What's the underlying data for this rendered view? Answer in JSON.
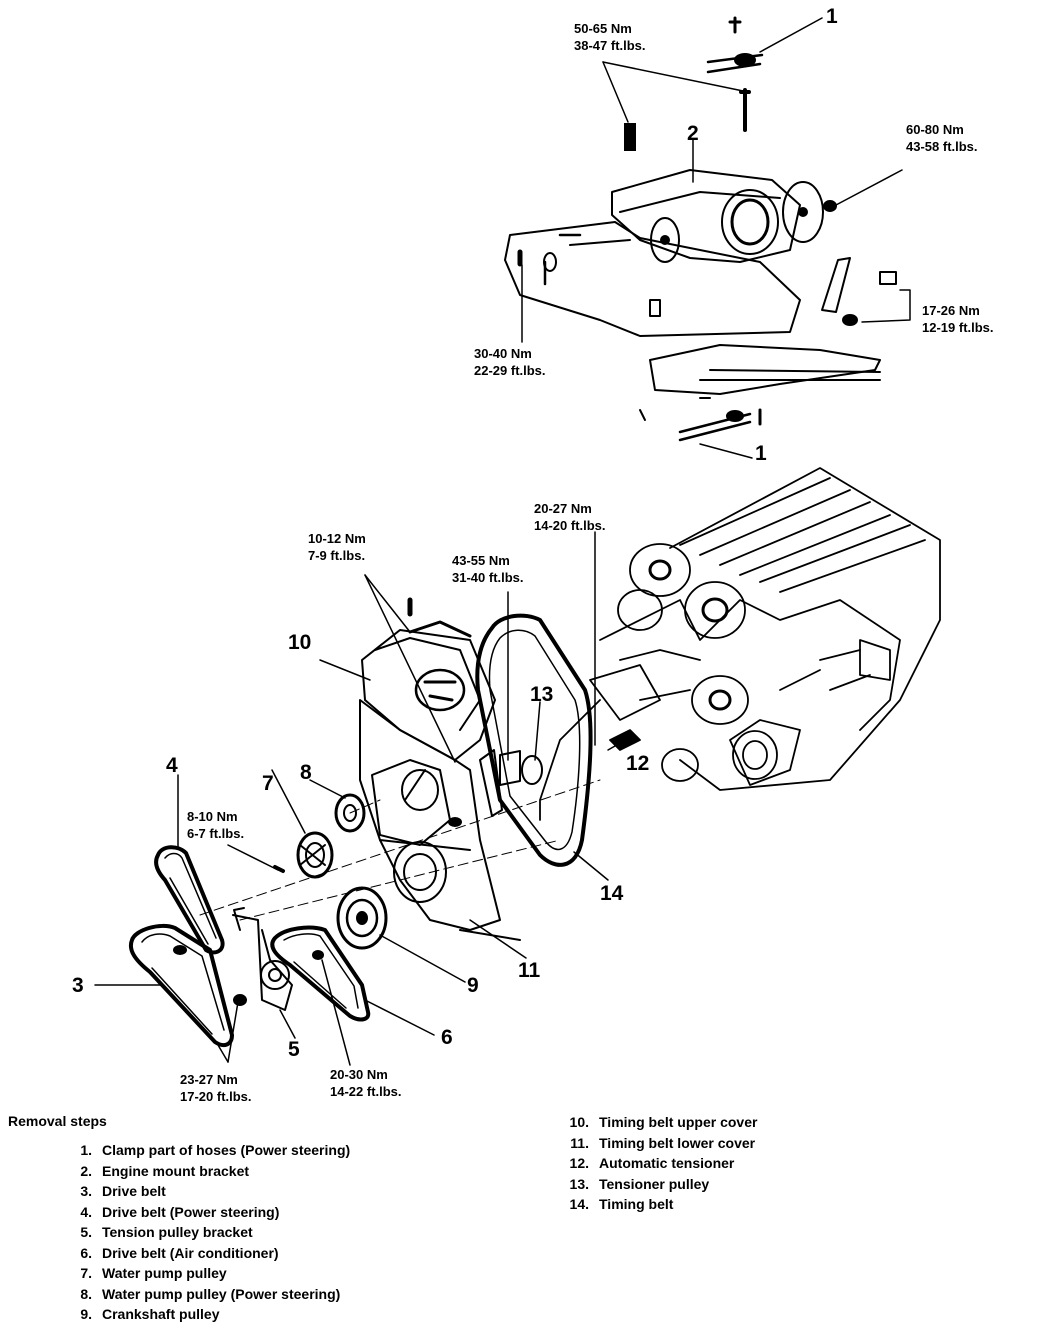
{
  "callouts": {
    "c1_top": "1",
    "c1_bottom": "1",
    "c2": "2",
    "c3": "3",
    "c4": "4",
    "c5": "5",
    "c6": "6",
    "c7": "7",
    "c8": "8",
    "c9": "9",
    "c10": "10",
    "c11": "11",
    "c12": "12",
    "c13": "13",
    "c14": "14"
  },
  "torques": {
    "t_top": {
      "nm": "50-65 Nm",
      "ftlb": "38-47 ft.lbs."
    },
    "t_right": {
      "nm": "60-80 Nm",
      "ftlb": "43-58 ft.lbs."
    },
    "t_bracket": {
      "nm": "17-26 Nm",
      "ftlb": "12-19 ft.lbs."
    },
    "t_mount": {
      "nm": "30-40 Nm",
      "ftlb": "22-29 ft.lbs."
    },
    "t_tensioner": {
      "nm": "20-27 Nm",
      "ftlb": "14-20 ft.lbs."
    },
    "t_cover": {
      "nm": "10-12 Nm",
      "ftlb": "7-9 ft.lbs."
    },
    "t_pulley": {
      "nm": "43-55 Nm",
      "ftlb": "31-40 ft.lbs."
    },
    "t_waterpump": {
      "nm": "8-10 Nm",
      "ftlb": "6-7 ft.lbs."
    },
    "t_tensionbracket": {
      "nm": "23-27 Nm",
      "ftlb": "17-20 ft.lbs."
    },
    "t_ac": {
      "nm": "20-30 Nm",
      "ftlb": "14-22 ft.lbs."
    }
  },
  "removal": {
    "heading": "Removal steps",
    "steps": [
      {
        "num": "1.",
        "text": "Clamp part of hoses (Power steering)"
      },
      {
        "num": "2.",
        "text": "Engine mount bracket"
      },
      {
        "num": "3.",
        "text": "Drive belt"
      },
      {
        "num": "4.",
        "text": "Drive belt (Power steering)"
      },
      {
        "num": "5.",
        "text": "Tension pulley bracket"
      },
      {
        "num": "6.",
        "text": "Drive belt (Air conditioner)"
      },
      {
        "num": "7.",
        "text": "Water pump pulley"
      },
      {
        "num": "8.",
        "text": "Water pump pulley (Power steering)"
      },
      {
        "num": "9.",
        "text": "Crankshaft pulley"
      },
      {
        "num": "10.",
        "text": "Timing belt upper cover"
      },
      {
        "num": "11.",
        "text": "Timing belt lower cover"
      },
      {
        "num": "12.",
        "text": "Automatic tensioner"
      },
      {
        "num": "13.",
        "text": "Tensioner pulley"
      },
      {
        "num": "14.",
        "text": "Timing belt"
      }
    ]
  }
}
